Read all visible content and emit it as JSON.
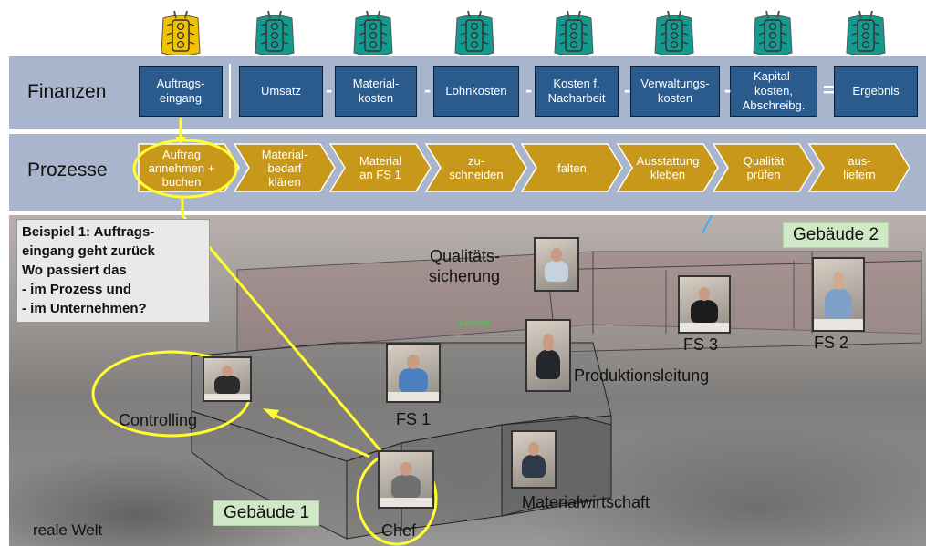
{
  "colors": {
    "traffic_light_active": "#f2c200",
    "traffic_light_default": "#149a8e",
    "finance_box": "#2a5b8c",
    "process_chevron": "#c8981a",
    "highlight": "#ffff30",
    "row_bg": "#a9b5cc"
  },
  "finance": {
    "label": "Finanzen",
    "boxes": [
      {
        "text": "Auftrags-\neingang"
      },
      {
        "text": "Umsatz"
      },
      {
        "text": "Material-\nkosten"
      },
      {
        "text": "Lohnkosten"
      },
      {
        "text": "Kosten f.\nNacharbeit"
      },
      {
        "text": "Verwaltungs-\nkosten"
      },
      {
        "text": "Kapital-\nkosten,\nAbschreibg."
      },
      {
        "text": "Ergebnis"
      }
    ],
    "operators": [
      "-",
      "-",
      "-",
      "-",
      "-",
      "="
    ]
  },
  "traffic_lights": [
    {
      "icon": "traffic-light-icon",
      "state": "yellow"
    },
    {
      "icon": "traffic-light-icon",
      "state": "teal"
    },
    {
      "icon": "traffic-light-icon",
      "state": "teal"
    },
    {
      "icon": "traffic-light-icon",
      "state": "teal"
    },
    {
      "icon": "traffic-light-icon",
      "state": "teal"
    },
    {
      "icon": "traffic-light-icon",
      "state": "teal"
    },
    {
      "icon": "traffic-light-icon",
      "state": "teal"
    },
    {
      "icon": "traffic-light-icon",
      "state": "teal"
    }
  ],
  "process": {
    "label": "Prozesse",
    "steps": [
      {
        "text": "Auftrag\nannehmen +\nbuchen"
      },
      {
        "text": "Material-\nbedarf\nklären"
      },
      {
        "text": "Material\nan FS 1"
      },
      {
        "text": "zu-\nschneiden"
      },
      {
        "text": "falten"
      },
      {
        "text": "Ausstattung\nkleben"
      },
      {
        "text": "Qualität\nprüfen"
      },
      {
        "text": "aus-\nliefern"
      }
    ]
  },
  "scene": {
    "example_text": "Beispiel 1: Auftrags-\neingang geht zurück\nWo passiert das\n- im Prozess und\n- im Unternehmen?",
    "building1": "Gebäude 1",
    "building2": "Gebäude 2",
    "real_world": "reale Welt",
    "leitung_tag": "Leitung",
    "people": {
      "controlling": "Controlling",
      "fs1": "FS 1",
      "produktionsleitung": "Produktionsleitung",
      "qualitaet": "Qualitäts-\nsicherung",
      "fs3": "FS 3",
      "fs2": "FS 2",
      "material": "Materialwirtschaft",
      "chef": "Chef"
    }
  }
}
